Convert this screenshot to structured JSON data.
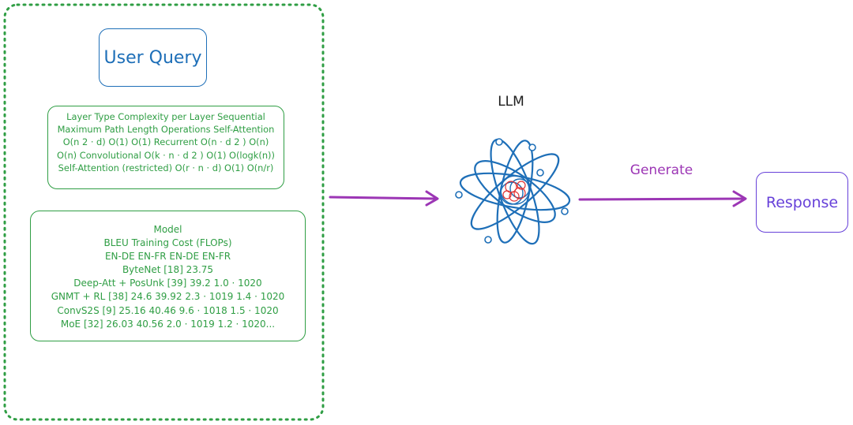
{
  "user_query": {
    "label": "User Query"
  },
  "table_text": "Layer Type Complexity per Layer Sequential Maximum Path Length Operations Self-Attention O(n 2 · d) O(1) O(1) Recurrent O(n · d 2 ) O(n) O(n) Convolutional O(k · n · d 2 ) O(1) O(logk(n)) Self-Attention (restricted) O(r · n · d) O(1) O(n/r)",
  "results_lines": [
    "Model",
    "BLEU Training Cost (FLOPs)",
    "EN-DE EN-FR EN-DE EN-FR",
    "ByteNet [18] 23.75",
    "Deep-Att + PosUnk [39] 39.2 1.0 · 1020",
    "GNMT + RL [38] 24.6 39.92 2.3 · 1019 1.4 · 1020",
    "ConvS2S [9] 25.16 40.46 9.6 · 1018 1.5 · 1020",
    "MoE [32] 26.03 40.56 2.0 · 1019 1.2 · 1020..."
  ],
  "llm": {
    "label": "LLM",
    "icon": "atom-icon"
  },
  "generate": {
    "label": "Generate"
  },
  "response": {
    "label": "Response"
  },
  "colors": {
    "container_border": "#2f9e44",
    "user_query": "#1e6fb8",
    "input_text": "#2f9e44",
    "arrow": "#9c36b5",
    "atom": "#1e6fb8",
    "atom_core": "#e03131",
    "response": "#6741d9"
  }
}
